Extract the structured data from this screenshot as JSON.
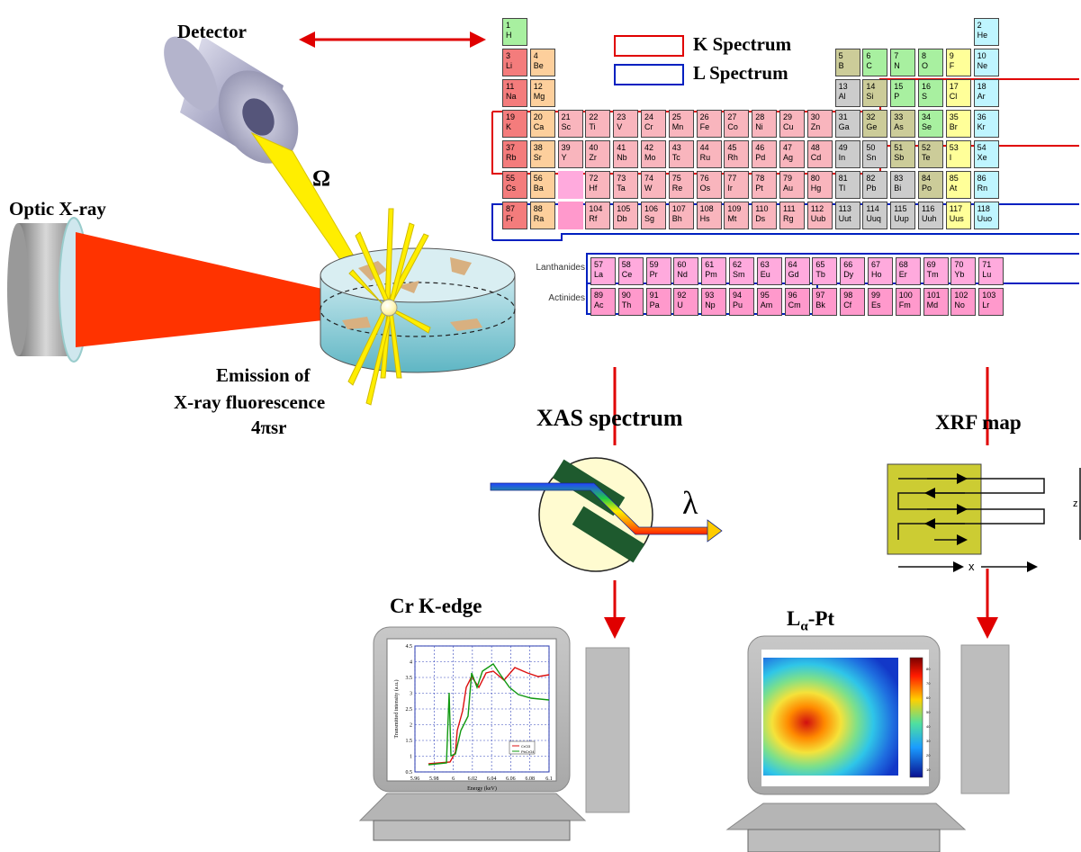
{
  "labels": {
    "detector": "Detector",
    "optic": "Optic X-ray",
    "omega": "Ω",
    "emission_line1": "Emission of",
    "emission_line2": "X-ray fluorescence",
    "emission_line3": "4πsr",
    "xas": "XAS spectrum",
    "xrf": "XRF map",
    "lambda": "λ",
    "cr_edge": "Cr K-edge",
    "la_pt_main": "L",
    "la_pt_sub": "α",
    "la_pt_tail": "-Pt",
    "legend_k": "K Spectrum",
    "legend_l": "L Spectrum",
    "lanthanides": "Lanthanides",
    "actinides": "Actinides",
    "xrf_x": "x",
    "xrf_z": "z"
  },
  "colors": {
    "alkali": "#f47c7c",
    "alkaline": "#fdcf9c",
    "transition": "#f9b5bd",
    "post_transition": "#cccccc",
    "metalloid": "#cccc99",
    "nonmetal": "#a8f0a0",
    "halogen": "#ffff99",
    "noble": "#bff5ff",
    "lanthanide": "#ffaadd",
    "actinide": "#ff99cc",
    "k_box": "#e00000",
    "l_box": "#0020c0",
    "beam": "#ff3300",
    "cone": "#ffee00",
    "arrow": "#e00000"
  },
  "elements": [
    {
      "n": "1",
      "s": "H",
      "r": 0,
      "c": 0,
      "t": "nonmetal"
    },
    {
      "n": "2",
      "s": "He",
      "r": 0,
      "c": 17,
      "t": "noble"
    },
    {
      "n": "3",
      "s": "Li",
      "r": 1,
      "c": 0,
      "t": "alkali"
    },
    {
      "n": "4",
      "s": "Be",
      "r": 1,
      "c": 1,
      "t": "alkaline"
    },
    {
      "n": "5",
      "s": "B",
      "r": 1,
      "c": 12,
      "t": "metalloid"
    },
    {
      "n": "6",
      "s": "C",
      "r": 1,
      "c": 13,
      "t": "nonmetal"
    },
    {
      "n": "7",
      "s": "N",
      "r": 1,
      "c": 14,
      "t": "nonmetal"
    },
    {
      "n": "8",
      "s": "O",
      "r": 1,
      "c": 15,
      "t": "nonmetal"
    },
    {
      "n": "9",
      "s": "F",
      "r": 1,
      "c": 16,
      "t": "halogen"
    },
    {
      "n": "10",
      "s": "Ne",
      "r": 1,
      "c": 17,
      "t": "noble"
    },
    {
      "n": "11",
      "s": "Na",
      "r": 2,
      "c": 0,
      "t": "alkali"
    },
    {
      "n": "12",
      "s": "Mg",
      "r": 2,
      "c": 1,
      "t": "alkaline"
    },
    {
      "n": "13",
      "s": "Al",
      "r": 2,
      "c": 12,
      "t": "post_transition"
    },
    {
      "n": "14",
      "s": "Si",
      "r": 2,
      "c": 13,
      "t": "metalloid"
    },
    {
      "n": "15",
      "s": "P",
      "r": 2,
      "c": 14,
      "t": "nonmetal"
    },
    {
      "n": "16",
      "s": "S",
      "r": 2,
      "c": 15,
      "t": "nonmetal"
    },
    {
      "n": "17",
      "s": "Cl",
      "r": 2,
      "c": 16,
      "t": "halogen"
    },
    {
      "n": "18",
      "s": "Ar",
      "r": 2,
      "c": 17,
      "t": "noble"
    },
    {
      "n": "19",
      "s": "K",
      "r": 3,
      "c": 0,
      "t": "alkali"
    },
    {
      "n": "20",
      "s": "Ca",
      "r": 3,
      "c": 1,
      "t": "alkaline"
    },
    {
      "n": "21",
      "s": "Sc",
      "r": 3,
      "c": 2,
      "t": "transition"
    },
    {
      "n": "22",
      "s": "Ti",
      "r": 3,
      "c": 3,
      "t": "transition"
    },
    {
      "n": "23",
      "s": "V",
      "r": 3,
      "c": 4,
      "t": "transition"
    },
    {
      "n": "24",
      "s": "Cr",
      "r": 3,
      "c": 5,
      "t": "transition"
    },
    {
      "n": "25",
      "s": "Mn",
      "r": 3,
      "c": 6,
      "t": "transition"
    },
    {
      "n": "26",
      "s": "Fe",
      "r": 3,
      "c": 7,
      "t": "transition"
    },
    {
      "n": "27",
      "s": "Co",
      "r": 3,
      "c": 8,
      "t": "transition"
    },
    {
      "n": "28",
      "s": "Ni",
      "r": 3,
      "c": 9,
      "t": "transition"
    },
    {
      "n": "29",
      "s": "Cu",
      "r": 3,
      "c": 10,
      "t": "transition"
    },
    {
      "n": "30",
      "s": "Zn",
      "r": 3,
      "c": 11,
      "t": "transition"
    },
    {
      "n": "31",
      "s": "Ga",
      "r": 3,
      "c": 12,
      "t": "post_transition"
    },
    {
      "n": "32",
      "s": "Ge",
      "r": 3,
      "c": 13,
      "t": "metalloid"
    },
    {
      "n": "33",
      "s": "As",
      "r": 3,
      "c": 14,
      "t": "metalloid"
    },
    {
      "n": "34",
      "s": "Se",
      "r": 3,
      "c": 15,
      "t": "nonmetal"
    },
    {
      "n": "35",
      "s": "Br",
      "r": 3,
      "c": 16,
      "t": "halogen"
    },
    {
      "n": "36",
      "s": "Kr",
      "r": 3,
      "c": 17,
      "t": "noble"
    },
    {
      "n": "37",
      "s": "Rb",
      "r": 4,
      "c": 0,
      "t": "alkali"
    },
    {
      "n": "38",
      "s": "Sr",
      "r": 4,
      "c": 1,
      "t": "alkaline"
    },
    {
      "n": "39",
      "s": "Y",
      "r": 4,
      "c": 2,
      "t": "transition"
    },
    {
      "n": "40",
      "s": "Zr",
      "r": 4,
      "c": 3,
      "t": "transition"
    },
    {
      "n": "41",
      "s": "Nb",
      "r": 4,
      "c": 4,
      "t": "transition"
    },
    {
      "n": "42",
      "s": "Mo",
      "r": 4,
      "c": 5,
      "t": "transition"
    },
    {
      "n": "43",
      "s": "Tc",
      "r": 4,
      "c": 6,
      "t": "transition"
    },
    {
      "n": "44",
      "s": "Ru",
      "r": 4,
      "c": 7,
      "t": "transition"
    },
    {
      "n": "45",
      "s": "Rh",
      "r": 4,
      "c": 8,
      "t": "transition"
    },
    {
      "n": "46",
      "s": "Pd",
      "r": 4,
      "c": 9,
      "t": "transition"
    },
    {
      "n": "47",
      "s": "Ag",
      "r": 4,
      "c": 10,
      "t": "transition"
    },
    {
      "n": "48",
      "s": "Cd",
      "r": 4,
      "c": 11,
      "t": "transition"
    },
    {
      "n": "49",
      "s": "In",
      "r": 4,
      "c": 12,
      "t": "post_transition"
    },
    {
      "n": "50",
      "s": "Sn",
      "r": 4,
      "c": 13,
      "t": "post_transition"
    },
    {
      "n": "51",
      "s": "Sb",
      "r": 4,
      "c": 14,
      "t": "metalloid"
    },
    {
      "n": "52",
      "s": "Te",
      "r": 4,
      "c": 15,
      "t": "metalloid"
    },
    {
      "n": "53",
      "s": "I",
      "r": 4,
      "c": 16,
      "t": "halogen"
    },
    {
      "n": "54",
      "s": "Xe",
      "r": 4,
      "c": 17,
      "t": "noble"
    },
    {
      "n": "55",
      "s": "Cs",
      "r": 5,
      "c": 0,
      "t": "alkali"
    },
    {
      "n": "56",
      "s": "Ba",
      "r": 5,
      "c": 1,
      "t": "alkaline"
    },
    {
      "n": "",
      "s": "",
      "r": 5,
      "c": 2,
      "t": "lanthanide"
    },
    {
      "n": "72",
      "s": "Hf",
      "r": 5,
      "c": 3,
      "t": "transition"
    },
    {
      "n": "73",
      "s": "Ta",
      "r": 5,
      "c": 4,
      "t": "transition"
    },
    {
      "n": "74",
      "s": "W",
      "r": 5,
      "c": 5,
      "t": "transition"
    },
    {
      "n": "75",
      "s": "Re",
      "r": 5,
      "c": 6,
      "t": "transition"
    },
    {
      "n": "76",
      "s": "Os",
      "r": 5,
      "c": 7,
      "t": "transition"
    },
    {
      "n": "77",
      "s": "Ir",
      "r": 5,
      "c": 8,
      "t": "transition"
    },
    {
      "n": "78",
      "s": "Pt",
      "r": 5,
      "c": 9,
      "t": "transition"
    },
    {
      "n": "79",
      "s": "Au",
      "r": 5,
      "c": 10,
      "t": "transition"
    },
    {
      "n": "80",
      "s": "Hg",
      "r": 5,
      "c": 11,
      "t": "transition"
    },
    {
      "n": "81",
      "s": "Tl",
      "r": 5,
      "c": 12,
      "t": "post_transition"
    },
    {
      "n": "82",
      "s": "Pb",
      "r": 5,
      "c": 13,
      "t": "post_transition"
    },
    {
      "n": "83",
      "s": "Bi",
      "r": 5,
      "c": 14,
      "t": "post_transition"
    },
    {
      "n": "84",
      "s": "Po",
      "r": 5,
      "c": 15,
      "t": "metalloid"
    },
    {
      "n": "85",
      "s": "At",
      "r": 5,
      "c": 16,
      "t": "halogen"
    },
    {
      "n": "86",
      "s": "Rn",
      "r": 5,
      "c": 17,
      "t": "noble"
    },
    {
      "n": "87",
      "s": "Fr",
      "r": 6,
      "c": 0,
      "t": "alkali"
    },
    {
      "n": "88",
      "s": "Ra",
      "r": 6,
      "c": 1,
      "t": "alkaline"
    },
    {
      "n": "",
      "s": "",
      "r": 6,
      "c": 2,
      "t": "actinide"
    },
    {
      "n": "104",
      "s": "Rf",
      "r": 6,
      "c": 3,
      "t": "transition"
    },
    {
      "n": "105",
      "s": "Db",
      "r": 6,
      "c": 4,
      "t": "transition"
    },
    {
      "n": "106",
      "s": "Sg",
      "r": 6,
      "c": 5,
      "t": "transition"
    },
    {
      "n": "107",
      "s": "Bh",
      "r": 6,
      "c": 6,
      "t": "transition"
    },
    {
      "n": "108",
      "s": "Hs",
      "r": 6,
      "c": 7,
      "t": "transition"
    },
    {
      "n": "109",
      "s": "Mt",
      "r": 6,
      "c": 8,
      "t": "transition"
    },
    {
      "n": "110",
      "s": "Ds",
      "r": 6,
      "c": 9,
      "t": "transition"
    },
    {
      "n": "111",
      "s": "Rg",
      "r": 6,
      "c": 10,
      "t": "transition"
    },
    {
      "n": "112",
      "s": "Uub",
      "r": 6,
      "c": 11,
      "t": "transition"
    },
    {
      "n": "113",
      "s": "Uut",
      "r": 6,
      "c": 12,
      "t": "post_transition"
    },
    {
      "n": "114",
      "s": "Uuq",
      "r": 6,
      "c": 13,
      "t": "post_transition"
    },
    {
      "n": "115",
      "s": "Uup",
      "r": 6,
      "c": 14,
      "t": "post_transition"
    },
    {
      "n": "116",
      "s": "Uuh",
      "r": 6,
      "c": 15,
      "t": "post_transition"
    },
    {
      "n": "117",
      "s": "Uus",
      "r": 6,
      "c": 16,
      "t": "halogen"
    },
    {
      "n": "118",
      "s": "Uuo",
      "r": 6,
      "c": 17,
      "t": "noble"
    }
  ],
  "lanthanides": [
    {
      "n": "57",
      "s": "La"
    },
    {
      "n": "58",
      "s": "Ce"
    },
    {
      "n": "59",
      "s": "Pr"
    },
    {
      "n": "60",
      "s": "Nd"
    },
    {
      "n": "61",
      "s": "Pm"
    },
    {
      "n": "62",
      "s": "Sm"
    },
    {
      "n": "63",
      "s": "Eu"
    },
    {
      "n": "64",
      "s": "Gd"
    },
    {
      "n": "65",
      "s": "Tb"
    },
    {
      "n": "66",
      "s": "Dy"
    },
    {
      "n": "67",
      "s": "Ho"
    },
    {
      "n": "68",
      "s": "Er"
    },
    {
      "n": "69",
      "s": "Tm"
    },
    {
      "n": "70",
      "s": "Yb"
    },
    {
      "n": "71",
      "s": "Lu"
    }
  ],
  "actinides": [
    {
      "n": "89",
      "s": "Ac"
    },
    {
      "n": "90",
      "s": "Th"
    },
    {
      "n": "91",
      "s": "Pa"
    },
    {
      "n": "92",
      "s": "U"
    },
    {
      "n": "93",
      "s": "Np"
    },
    {
      "n": "94",
      "s": "Pu"
    },
    {
      "n": "95",
      "s": "Am"
    },
    {
      "n": "96",
      "s": "Cm"
    },
    {
      "n": "97",
      "s": "Bk"
    },
    {
      "n": "98",
      "s": "Cf"
    },
    {
      "n": "99",
      "s": "Es"
    },
    {
      "n": "100",
      "s": "Fm"
    },
    {
      "n": "101",
      "s": "Md"
    },
    {
      "n": "102",
      "s": "No"
    },
    {
      "n": "103",
      "s": "Lr"
    }
  ],
  "xas_plot": {
    "x_ticks": [
      "5.96",
      "5.98",
      "6",
      "6.02",
      "6.04",
      "6.06",
      "6.08",
      "6.1"
    ],
    "y_ticks": [
      "0.5",
      "1",
      "1.5",
      "2",
      "2.5",
      "3",
      "3.5",
      "4",
      "4.5"
    ],
    "xlabel": "Energy (keV)",
    "ylabel": "Transmitted intensity (a.u.)",
    "legend": [
      "CrCl3",
      "PbCrO4"
    ]
  },
  "map_scale_ticks": [
    "80",
    "70",
    "60",
    "50",
    "40",
    "30",
    "20",
    "10"
  ]
}
